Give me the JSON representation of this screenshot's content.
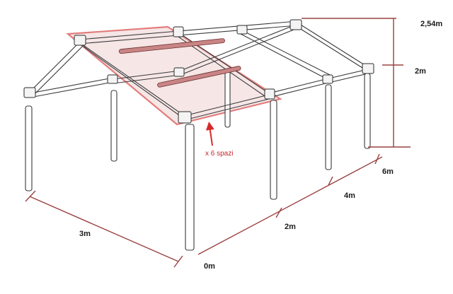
{
  "dimensions": {
    "height_total": "2,54m",
    "height_wall": "2m",
    "width": "3m",
    "length_6": "6m",
    "length_4": "4m",
    "length_2": "2m",
    "origin": "0m"
  },
  "annotation": {
    "spacing_note": "x 6 spazi"
  },
  "colors": {
    "dimension_line": "#9b4040",
    "highlight_panel": "#e07070",
    "highlight_fill": "#f6e4e4",
    "arrow": "#d62a2a",
    "purlin": "#c98585",
    "frame": "#3a3a3a"
  }
}
